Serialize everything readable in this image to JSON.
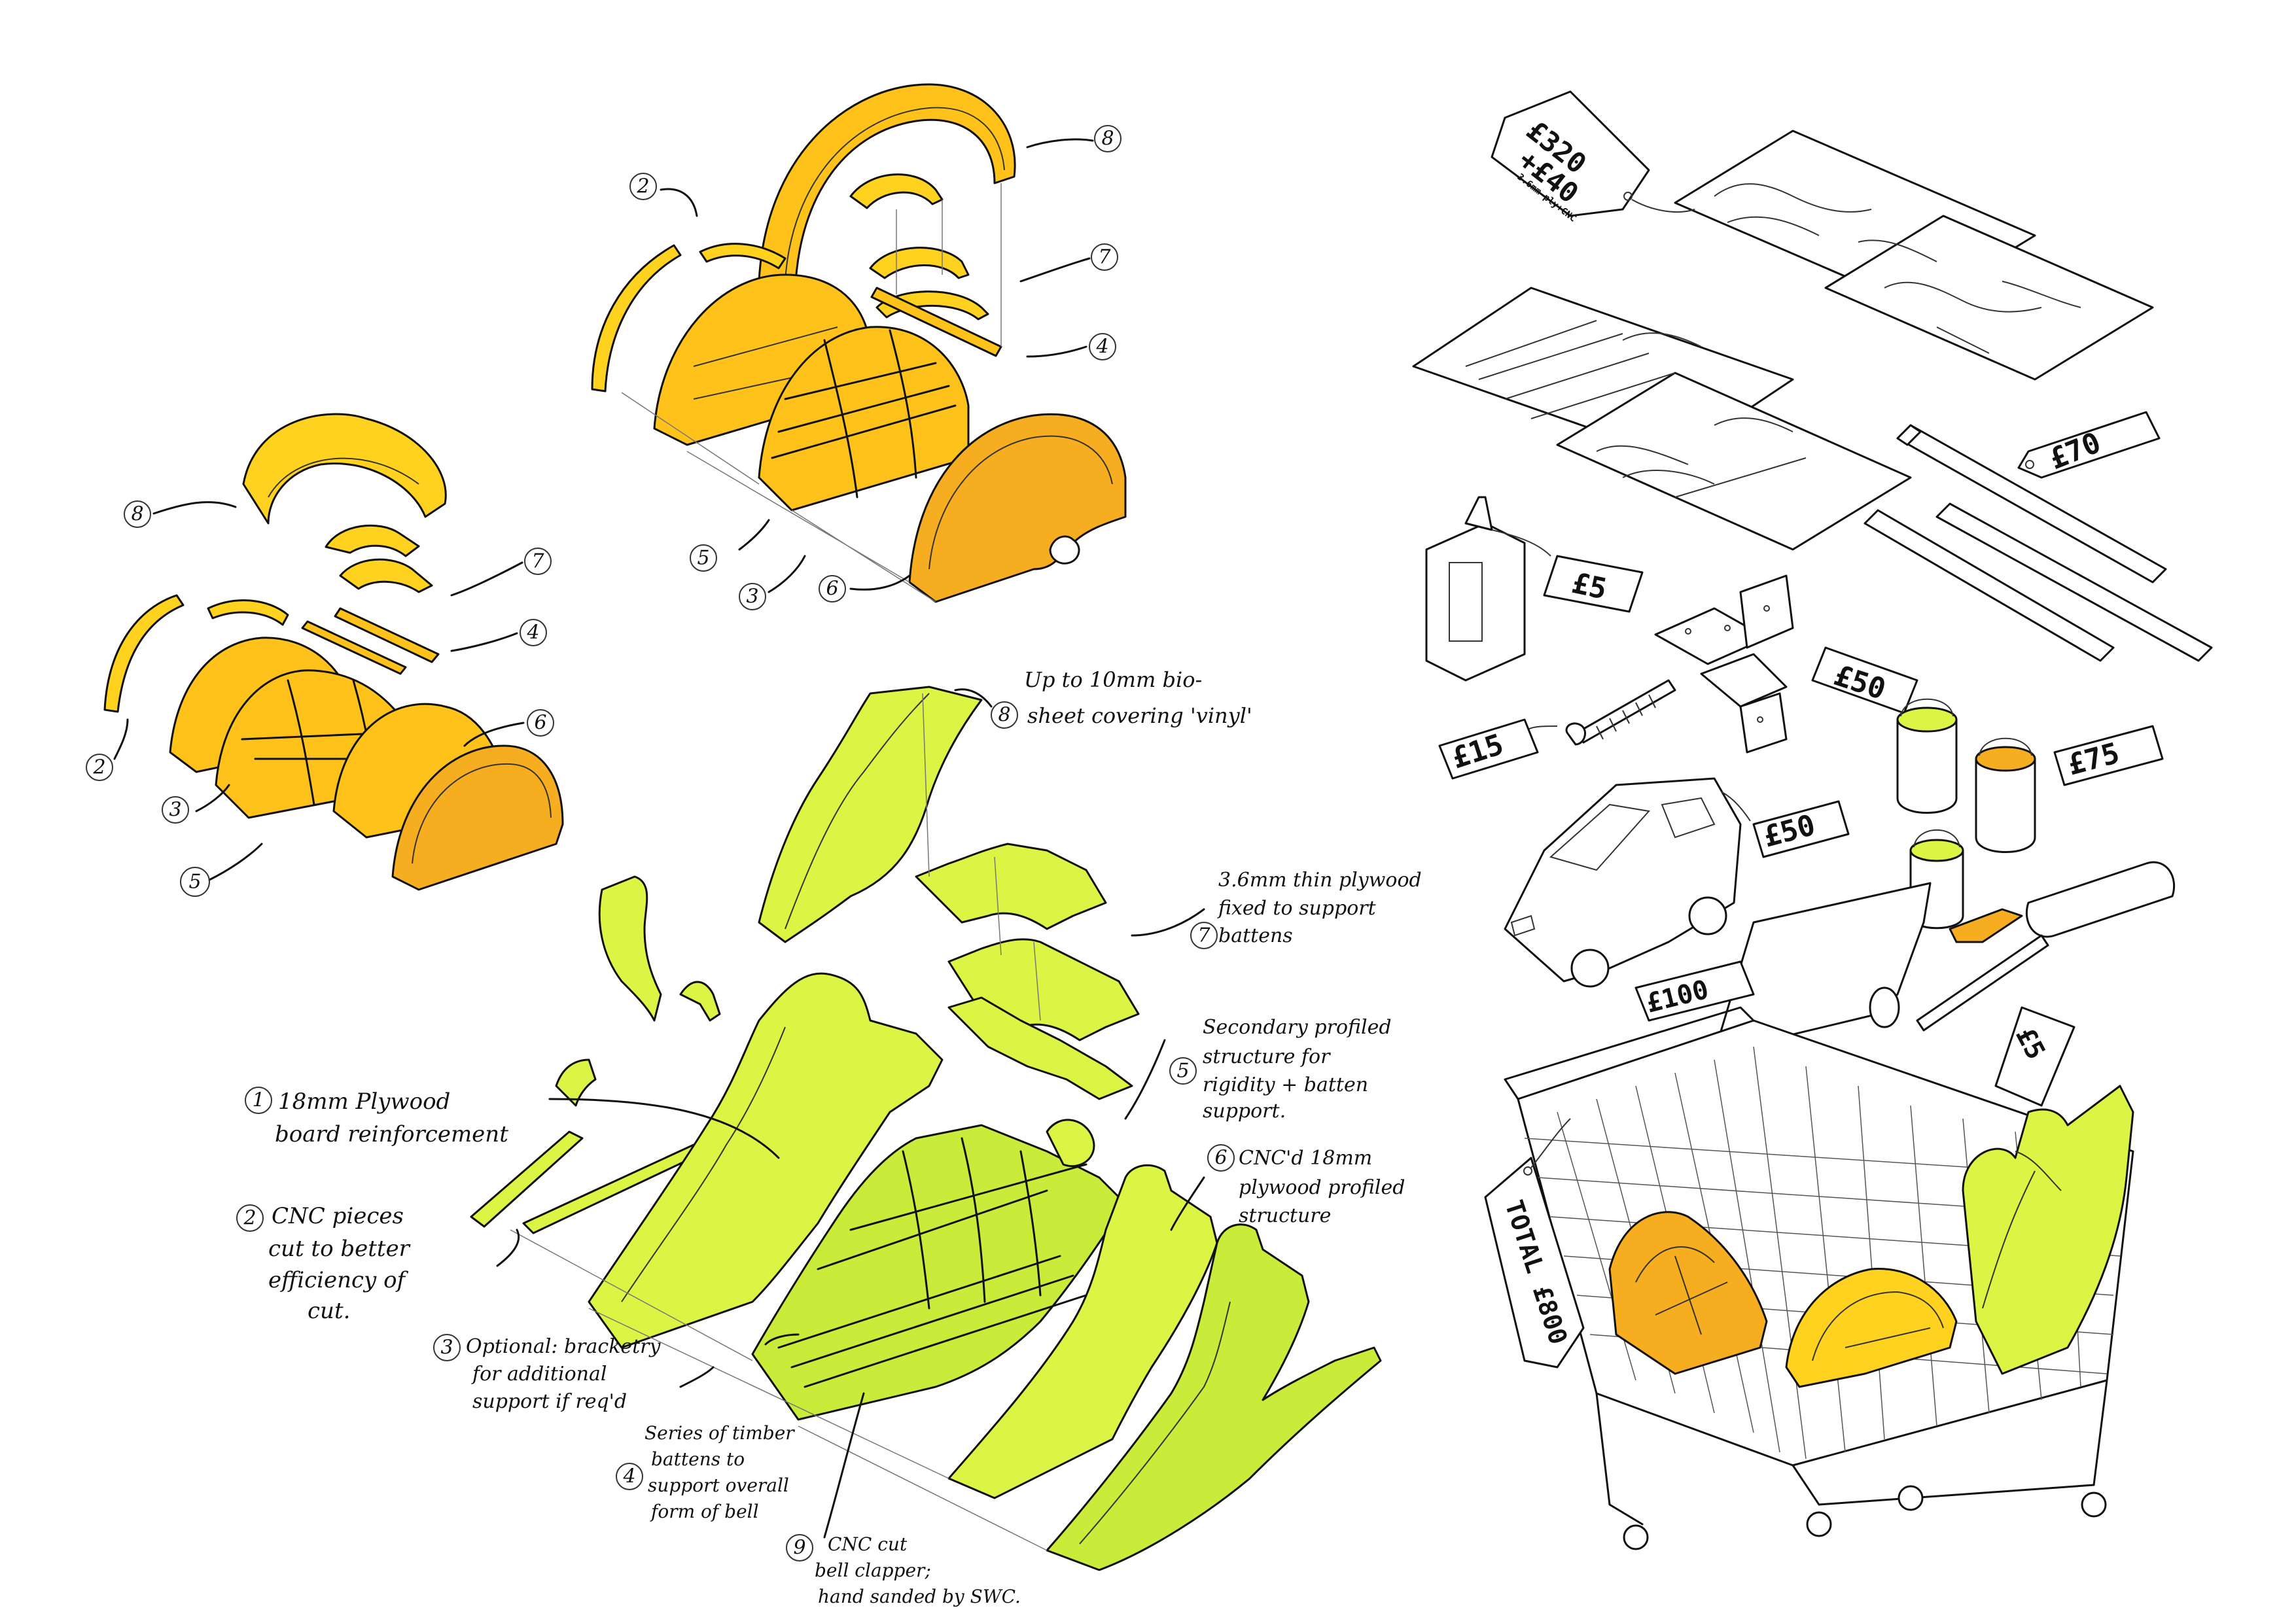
{
  "colors": {
    "orange": "#f7ad20",
    "yellow": "#ffd21f",
    "lime": "#dcf545",
    "ink": "#111111"
  },
  "small_bell": {
    "labels": [
      "8",
      "7",
      "4",
      "6",
      "2",
      "3",
      "5"
    ]
  },
  "medium_bell": {
    "labels": [
      "2",
      "8",
      "7",
      "4",
      "5",
      "3",
      "6"
    ]
  },
  "large_bell": {
    "annotations": {
      "a8": {
        "num": "8",
        "text": [
          "Up to 10mm bio-",
          "sheet covering 'vinyl'"
        ]
      },
      "a7": {
        "num": "7",
        "text": [
          "3.6mm thin plywood",
          "fixed to support",
          "battens"
        ]
      },
      "a5": {
        "num": "5",
        "text": [
          "Secondary profiled",
          "structure for",
          "rigidity + batten",
          "support."
        ]
      },
      "a6": {
        "num": "6",
        "text": [
          "CNC'd 18mm",
          "plywood profiled",
          "structure"
        ]
      },
      "a1": {
        "num": "1",
        "text": [
          "18mm Plywood",
          "board reinforcement"
        ]
      },
      "a2": {
        "num": "2",
        "text": [
          "CNC pieces",
          "cut to better",
          "efficiency of",
          "cut."
        ]
      },
      "a3": {
        "num": "3",
        "text": [
          "Optional: bracketry",
          "for additional",
          "support if req'd"
        ]
      },
      "a4": {
        "num": "4",
        "text": [
          "Series of timber",
          "battens to",
          "support overall",
          "form of bell"
        ]
      },
      "a9": {
        "num": "9",
        "text": [
          "CNC cut",
          "bell clapper;",
          "hand sanded by SWC."
        ]
      }
    }
  },
  "materials": {
    "plywood_tag": {
      "line1": "£320",
      "line2": "+£40",
      "line3": "3.6mm ply+CNC"
    },
    "timber_tag": "£70",
    "glue_tag": "£5",
    "brackets_tag": "£50",
    "screws_tag": "£15",
    "paint_tag": "£75",
    "van_tag": "£50",
    "vinyl_tag": "£100",
    "roller_tag": "£5",
    "total_tag": "TOTAL £800"
  }
}
